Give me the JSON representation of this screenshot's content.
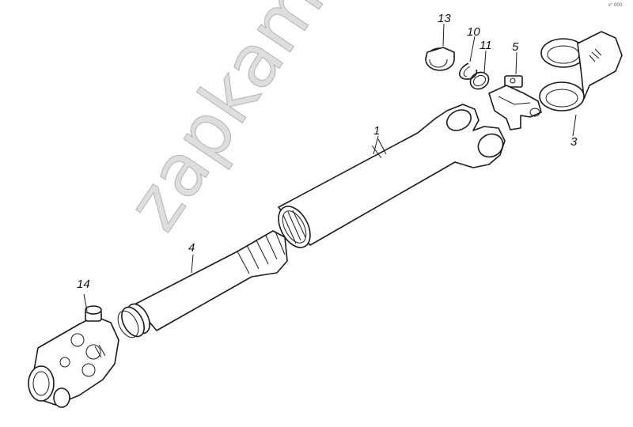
{
  "callouts": {
    "c1": "1",
    "c3": "3",
    "c4": "4",
    "c5": "5",
    "c10": "10",
    "c11": "11",
    "c13": "13",
    "c14": "14"
  },
  "watermark": "zapkam.ru",
  "corner_mark": "v° 000"
}
